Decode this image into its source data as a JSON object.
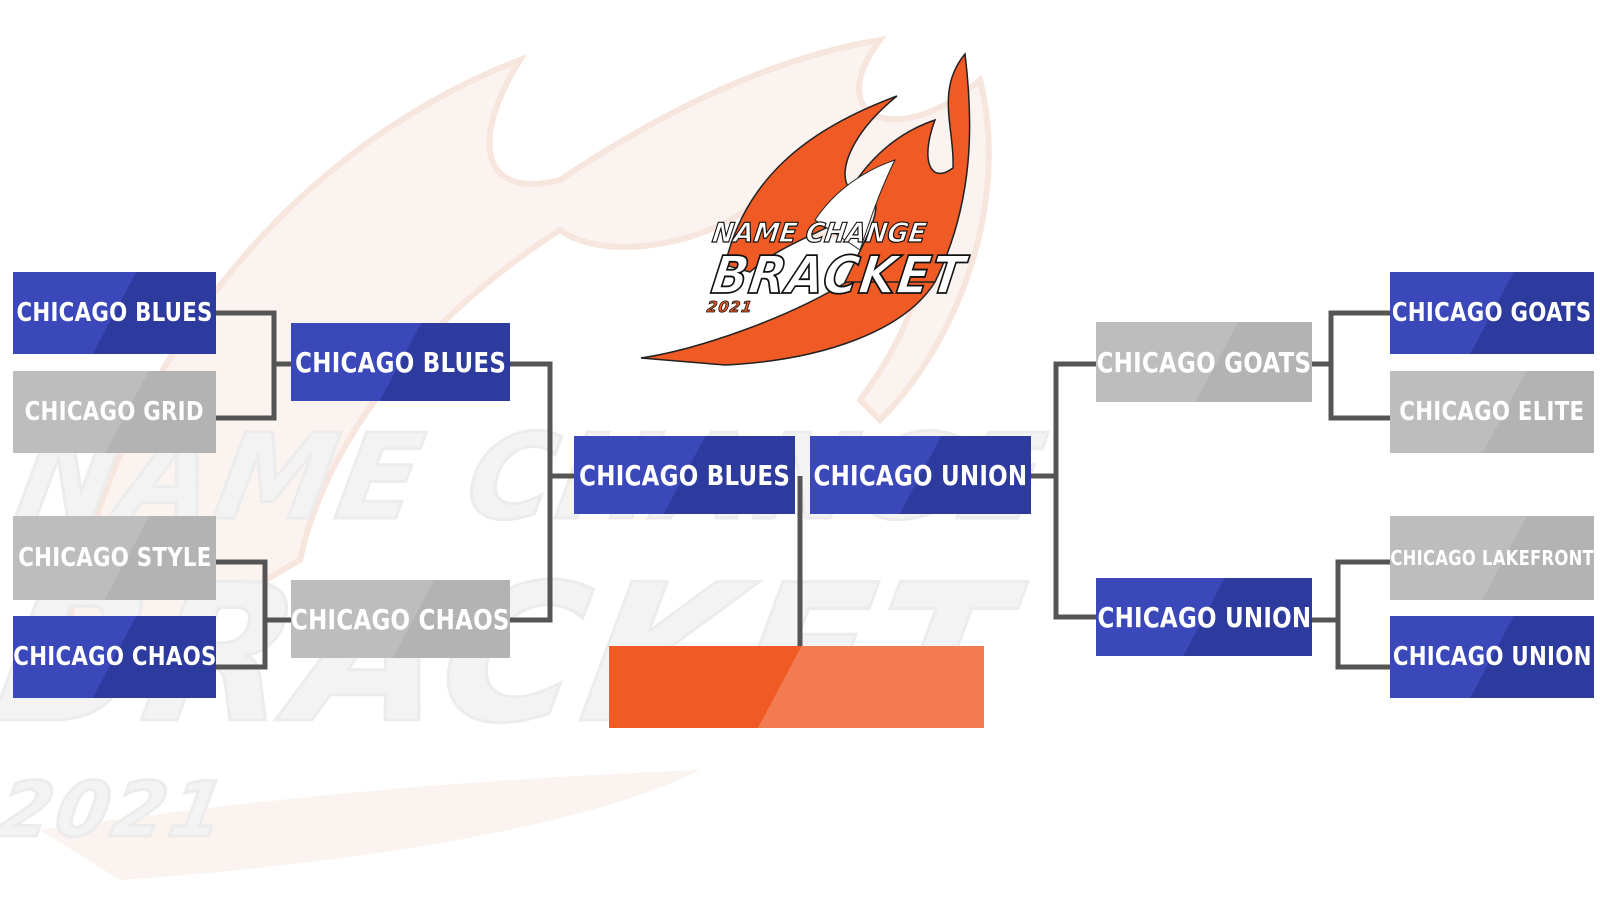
{
  "logo": {
    "line1": "NAME CHANGE",
    "line2": "BRACKET",
    "year": "2021"
  },
  "watermark": {
    "line1": "NAME CHANGE",
    "line2": "BRACKET",
    "year": "2021"
  },
  "colors": {
    "winner_blue": "#3b48ba",
    "eliminated_gray": "#bdbdbd",
    "champion_orange": "#f05a24",
    "connector": "#555555"
  },
  "left": {
    "round1": [
      {
        "team": "CHICAGO BLUES",
        "status": "winner"
      },
      {
        "team": "CHICAGO GRID",
        "status": "eliminated"
      },
      {
        "team": "CHICAGO STYLE",
        "status": "eliminated"
      },
      {
        "team": "CHICAGO CHAOS",
        "status": "winner"
      }
    ],
    "round2": [
      {
        "team": "CHICAGO BLUES",
        "status": "winner"
      },
      {
        "team": "CHICAGO CHAOS",
        "status": "eliminated"
      }
    ],
    "final": {
      "team": "CHICAGO BLUES",
      "status": "winner"
    }
  },
  "right": {
    "round1": [
      {
        "team": "CHICAGO GOATS",
        "status": "winner"
      },
      {
        "team": "CHICAGO ELITE",
        "status": "eliminated"
      },
      {
        "team": "CHICAGO LAKEFRONT",
        "status": "eliminated"
      },
      {
        "team": "CHICAGO UNION",
        "status": "winner"
      }
    ],
    "round2": [
      {
        "team": "CHICAGO GOATS",
        "status": "eliminated"
      },
      {
        "team": "CHICAGO UNION",
        "status": "winner"
      }
    ],
    "final": {
      "team": "CHICAGO UNION",
      "status": "winner"
    }
  },
  "champion": {
    "team": ""
  }
}
